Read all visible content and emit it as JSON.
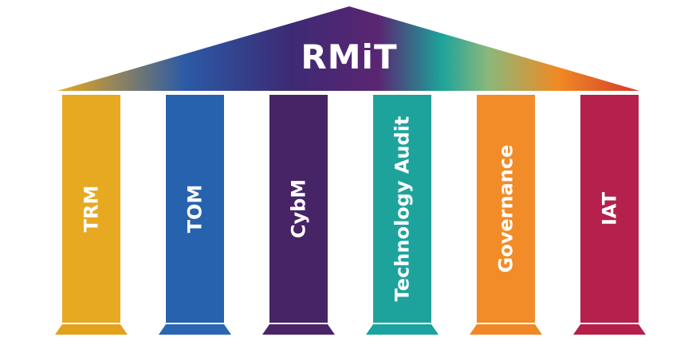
{
  "roof": {
    "title": "RMiT",
    "gradient": [
      "#e9a91f",
      "#2b5aa6",
      "#3d2a74",
      "#5a2572",
      "#1da39a",
      "#8ab87a",
      "#f08a24",
      "#d53a2a"
    ]
  },
  "pillars": [
    {
      "label": "TRM",
      "color": "#e7a922",
      "base_color": "#e3a21c"
    },
    {
      "label": "TOM",
      "color": "#2762ae",
      "base_color": "#2a66b2"
    },
    {
      "label": "CybM",
      "color": "#472466",
      "base_color": "#4b2468"
    },
    {
      "label": "Technology Audit",
      "color": "#1ea39c",
      "base_color": "#1aa3a0"
    },
    {
      "label": "Governance",
      "color": "#f28c28",
      "base_color": "#f08826"
    },
    {
      "label": "IAT",
      "color": "#b5204c",
      "base_color": "#b51f4a"
    }
  ]
}
